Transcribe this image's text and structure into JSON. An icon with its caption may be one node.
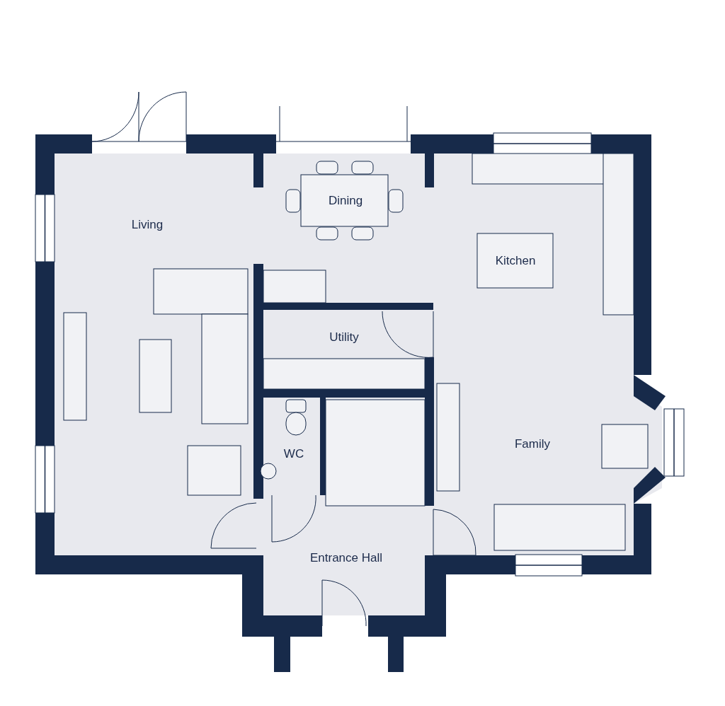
{
  "diagram": {
    "labels": [
      "Dining",
      "Living",
      "Kitchen",
      "Utility",
      "WC",
      "Family",
      "Entrance Hall"
    ]
  }
}
